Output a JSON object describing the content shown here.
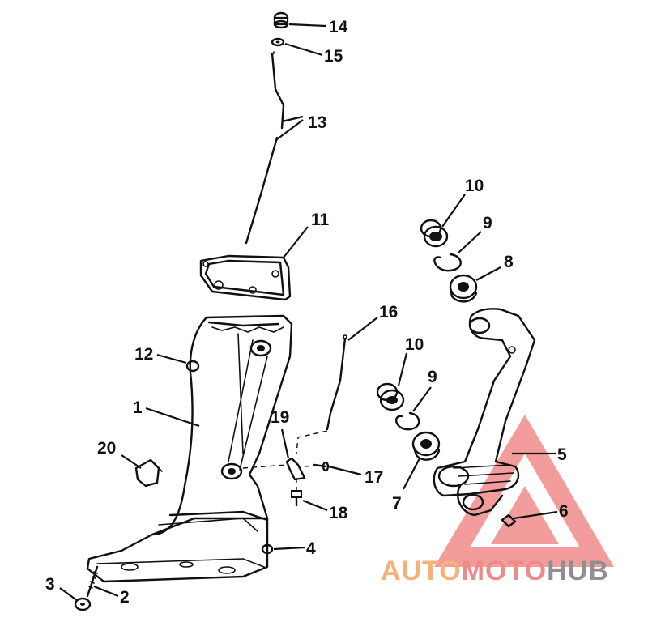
{
  "diagram": {
    "callouts": [
      "14",
      "15",
      "13",
      "11",
      "10",
      "9",
      "8",
      "16",
      "12",
      "10",
      "9",
      "1",
      "19",
      "20",
      "17",
      "5",
      "18",
      "7",
      "4",
      "6",
      "3",
      "2"
    ]
  },
  "watermark": {
    "text_part1": "AUTO",
    "text_part2": "MOTO",
    "text_part3": "HUB",
    "color1": "#f5b97a",
    "color2": "#f08a8a",
    "color3": "#8a8a8a"
  }
}
